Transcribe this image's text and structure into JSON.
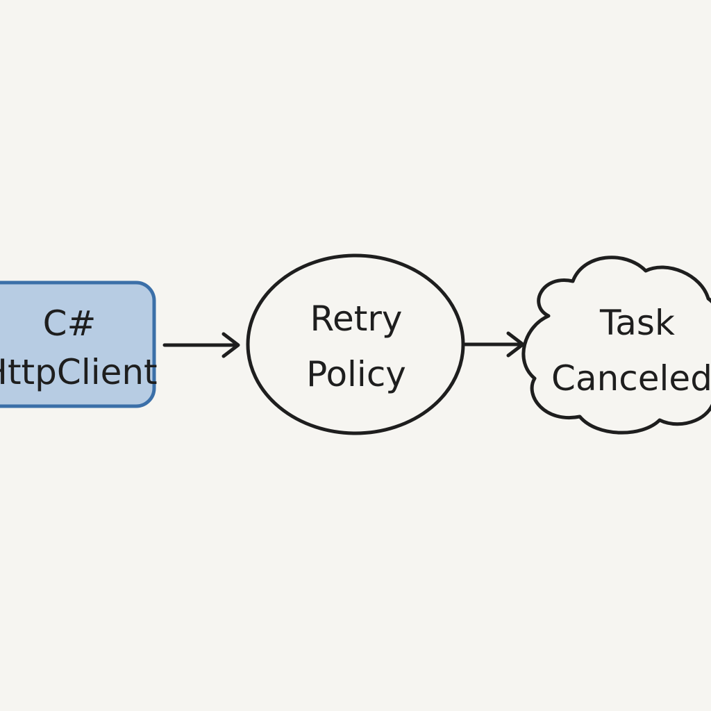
{
  "colors": {
    "background": "#f6f5f1",
    "client_fill": "#b7cce3",
    "client_stroke": "#3b6fa8",
    "outline": "#1e1e1e"
  },
  "nodes": {
    "client": {
      "line1": "C#",
      "line2": "HttpClient",
      "shape": "rounded-rectangle"
    },
    "retry": {
      "line1": "Retry",
      "line2": "Policy",
      "shape": "ellipse"
    },
    "canceled": {
      "line1": "Task",
      "line2": "Canceled",
      "shape": "cloud"
    }
  },
  "edges": [
    {
      "from": "client",
      "to": "retry"
    },
    {
      "from": "retry",
      "to": "canceled"
    }
  ]
}
